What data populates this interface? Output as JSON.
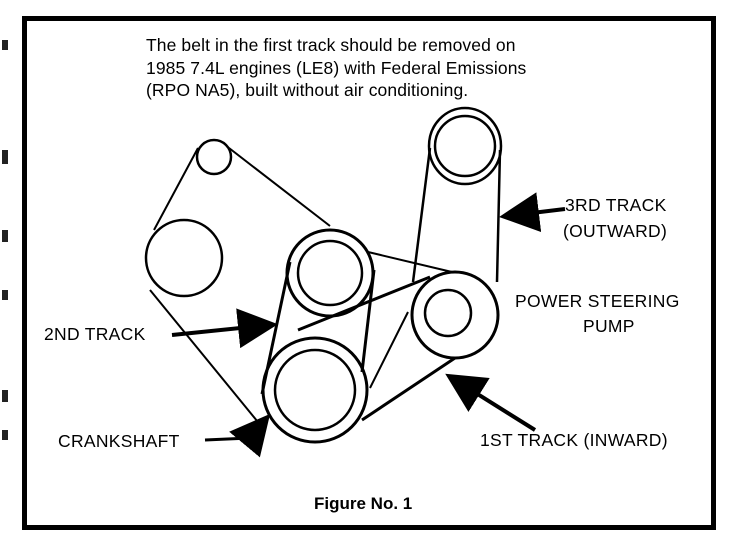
{
  "note": {
    "lines": [
      "The belt in the first track should be removed on",
      "1985 7.4L engines (LE8) with Federal Emissions",
      "(RPO NA5), built without air conditioning."
    ]
  },
  "labels": {
    "third_track_line1": "3RD TRACK",
    "third_track_line2": "(OUTWARD)",
    "power_steering_line1": "POWER STEERING",
    "power_steering_line2": "PUMP",
    "second_track": "2ND TRACK",
    "crankshaft": "CRANKSHAFT",
    "first_track": "1ST TRACK (INWARD)"
  },
  "caption": "Figure No. 1"
}
